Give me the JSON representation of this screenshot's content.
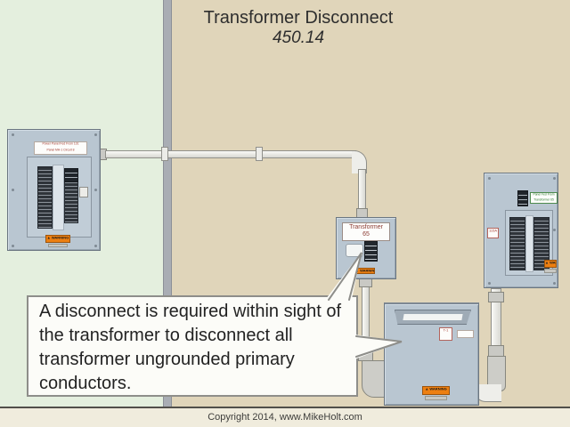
{
  "title": {
    "heading": "Transformer Disconnect",
    "code": "450.14"
  },
  "callout": {
    "text": "A disconnect is required within sight of the transformer to disconnect all transformer ungrounded primary conductors."
  },
  "footer": {
    "copyright": "Copyright 2014, www.MikeHolt.com"
  },
  "left_panel": {
    "name_label_line1": "Power Panel Fed From 101",
    "name_label_line2": "Panel MH-1 Circuit 8",
    "warning_label": "▲ WARNING"
  },
  "disconnect_switch": {
    "label_line1": "Transformer",
    "label_line2": "65",
    "warning_label": "▲ WARNING"
  },
  "transformer": {
    "nameplate": "T-1",
    "warning_label": "▲ WARNING"
  },
  "right_panel": {
    "breaker_label_line1": "Panel Fed From",
    "breaker_label_line2": "Transformer 65",
    "side_label": "115A",
    "warning_label": "▲ WARNING"
  },
  "colors": {
    "wall_left": "#e4efde",
    "wall_right": "#e0d5ba",
    "wall_divider": "#a9adb4",
    "equipment": "#b9c6d1",
    "warning_orange": "#ed7f11",
    "label_red": "#a33b30",
    "label_green": "#2e7d32"
  }
}
